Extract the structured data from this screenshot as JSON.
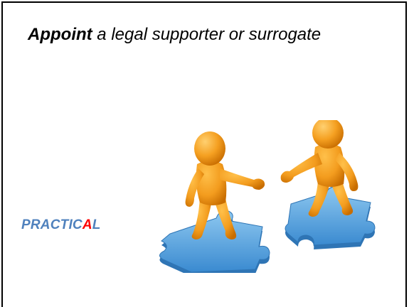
{
  "slide": {
    "title": {
      "emphasis": "Appoint",
      "rest": " a legal supporter or surrogate"
    },
    "acronym": {
      "before": "PRACTIC",
      "highlight": "A",
      "after": "L"
    },
    "illustration_icon": "two-figures-on-puzzle-pieces-illustration"
  },
  "colors": {
    "acronym": "#4f81bd",
    "acronym_highlight": "#ff0000",
    "figure": "#f39c1e",
    "figure_shade": "#c86d00",
    "puzzle": "#5aa7df",
    "puzzle_shade": "#2f75b5"
  }
}
